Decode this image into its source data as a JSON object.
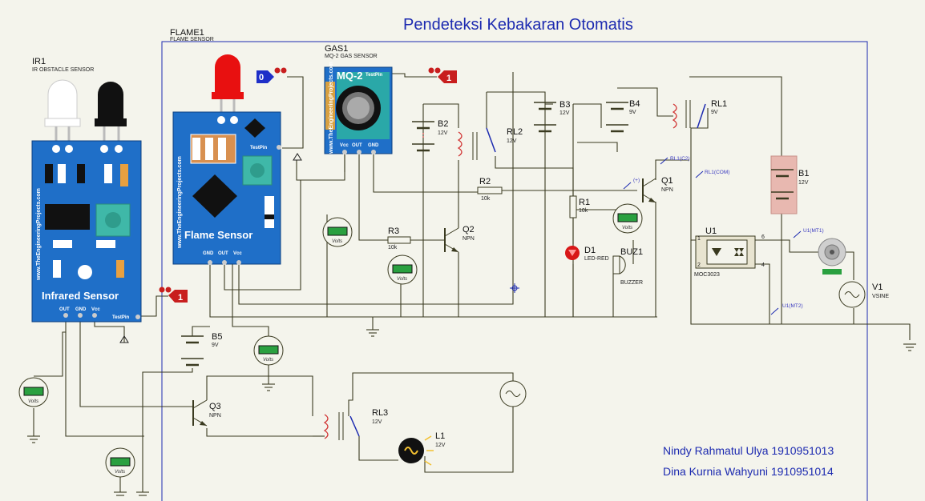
{
  "title": "Pendeteksi Kebakaran Otomatis",
  "authors": [
    "Nindy Rahmatul Ulya 1910951013",
    "Dina Kurnia Wahyuni 1910951014"
  ],
  "sensors": {
    "ir": {
      "ref": "IR1",
      "desc": "IR OBSTACLE SENSOR",
      "board_title": "Infrared Sensor",
      "side_text": "www.TheEngineeringProjects.com",
      "pins": [
        "OUT",
        "GND",
        "Vcc"
      ],
      "test_pin": "TestPin",
      "tag": "1"
    },
    "flame": {
      "ref": "FLAME1",
      "desc": "FLAME SENSOR",
      "board_title": "Flame Sensor",
      "side_text": "www.TheEngineeringProjects.com",
      "pins": [
        "GND",
        "OUT",
        "Vcc"
      ],
      "test_pin": "TestPin",
      "tag": "0"
    },
    "gas": {
      "ref": "GAS1",
      "desc": "MQ-2 GAS SENSOR",
      "board_title": "MQ-2",
      "side_text": "www.TheEngineeringProjects.com",
      "pins": [
        "Vcc",
        "OUT",
        "GND"
      ],
      "test_pin": "TestPin",
      "tag": "1"
    }
  },
  "components": {
    "B1": {
      "ref": "B1",
      "value": "12V"
    },
    "B2": {
      "ref": "B2",
      "value": "12V"
    },
    "B3": {
      "ref": "B3",
      "value": "12V"
    },
    "B4": {
      "ref": "B4",
      "value": "9V"
    },
    "B5": {
      "ref": "B5",
      "value": "9V"
    },
    "RL1": {
      "ref": "RL1",
      "value": "9V"
    },
    "RL2": {
      "ref": "RL2",
      "value": "12V"
    },
    "RL3": {
      "ref": "RL3",
      "value": "12V"
    },
    "R1": {
      "ref": "R1",
      "value": "10k"
    },
    "R2": {
      "ref": "R2",
      "value": "10k"
    },
    "R3": {
      "ref": "R3",
      "value": "10k"
    },
    "Q1": {
      "ref": "Q1",
      "value": "NPN"
    },
    "Q2": {
      "ref": "Q2",
      "value": "NPN"
    },
    "Q3": {
      "ref": "Q3",
      "value": "NPN"
    },
    "D1": {
      "ref": "D1",
      "value": "LED-RED"
    },
    "BUZ1": {
      "ref": "BUZ1",
      "value": "BUZZER"
    },
    "U1": {
      "ref": "U1",
      "value": "MOC3023"
    },
    "V1": {
      "ref": "V1",
      "value": "VSINE"
    },
    "L1": {
      "ref": "L1",
      "value": "12V"
    }
  },
  "probes": [
    "RL1(C2)",
    "RL1(COM)",
    "U1(MT1)",
    "U1(MT2)",
    "(+)"
  ],
  "voltmeter_label": "Volts",
  "colors": {
    "board_blue": "#1f6fc8",
    "tag_red": "#c81e1e",
    "tag_blue": "#1e2fc8",
    "title_blue": "#1c2ab0",
    "wire": "#3a3a20"
  }
}
